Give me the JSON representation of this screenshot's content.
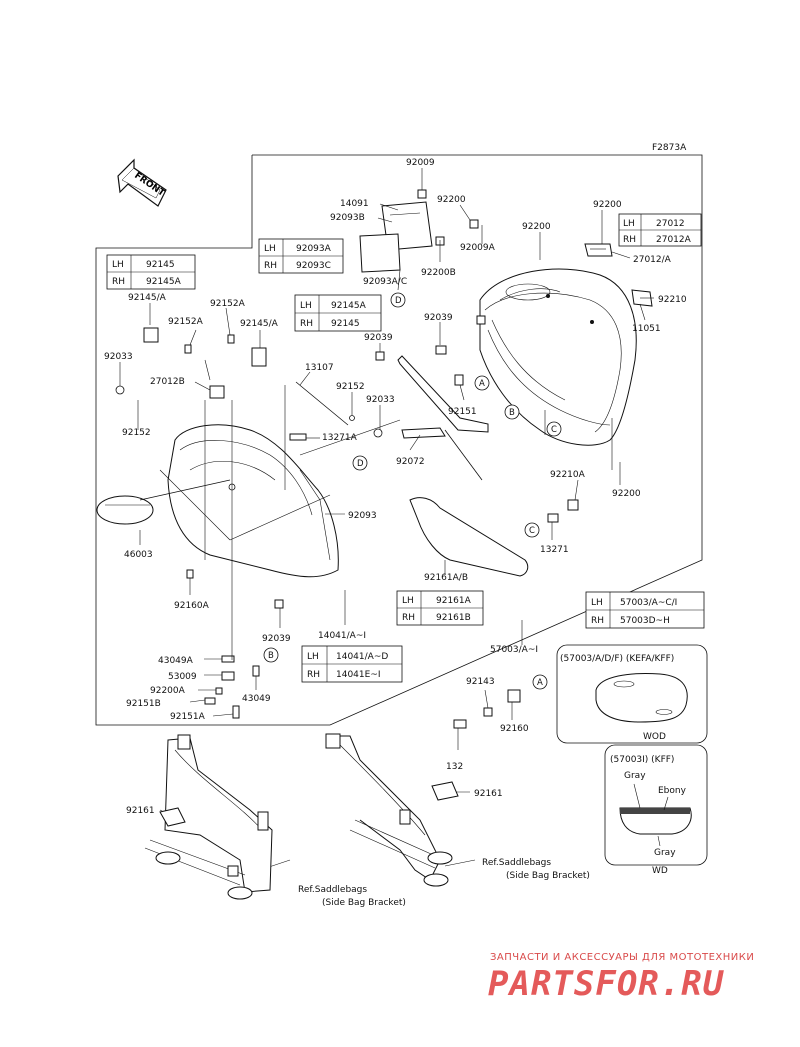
{
  "diagram_code": "F2873A",
  "front_label": "FRONT",
  "part_labels": {
    "p92009": "92009",
    "p14091": "14091",
    "p92093B": "92093B",
    "p92200_top": "92200",
    "p92009A": "92009A",
    "p92200_right": "92200",
    "p92200_upper": "92200",
    "p92200B": "92200B",
    "p27012A": "27012/A",
    "p92093AC": "92093A/C",
    "p92210": "92210",
    "p11051": "11051",
    "p92145A_left": "92145/A",
    "p92152A_1": "92152A",
    "p92152A_2": "92152A",
    "p92145A_mid": "92145/A",
    "p92039_top": "92039",
    "p92039_a": "92039",
    "p92033_left": "92033",
    "p13107": "13107",
    "p27012B": "27012B",
    "p92152_a": "92152",
    "p92033_mid": "92033",
    "p92151": "92151",
    "p92152_left": "92152",
    "p13271A": "13271A",
    "p92072": "92072",
    "p92093": "92093",
    "p92200_lower": "92200",
    "p92210A": "92210A",
    "p46003": "46003",
    "p13271": "13271",
    "p92161AB": "92161A/B",
    "p92160A": "92160A",
    "p92039_b": "92039",
    "p14041": "14041/A~I",
    "p57003": "57003/A~I",
    "p43049A": "43049A",
    "p53009": "53009",
    "p92200A": "92200A",
    "p92151B": "92151B",
    "p92151A": "92151A",
    "p43049": "43049",
    "p92143": "92143",
    "p92160": "92160",
    "p132": "132",
    "p92161_left": "92161",
    "p92161_right": "92161",
    "ref1_line1": "Ref.Saddlebags",
    "ref1_line2": "(Side Bag Bracket)",
    "ref2_line1": "Ref.Saddlebags",
    "ref2_line2": "(Side Bag Bracket)"
  },
  "callouts": {
    "A": "A",
    "B": "B",
    "C": "C",
    "D": "D"
  },
  "tables": {
    "t27012": [
      [
        "LH",
        "27012"
      ],
      [
        "RH",
        "27012A"
      ]
    ],
    "t92093A": [
      [
        "LH",
        "92093A"
      ],
      [
        "RH",
        "92093C"
      ]
    ],
    "t92145": [
      [
        "LH",
        "92145"
      ],
      [
        "RH",
        "92145A"
      ]
    ],
    "t92145A": [
      [
        "LH",
        "92145A"
      ],
      [
        "RH",
        "92145"
      ]
    ],
    "t92161A": [
      [
        "LH",
        "92161A"
      ],
      [
        "RH",
        "92161B"
      ]
    ],
    "t14041": [
      [
        "LH",
        "14041/A~D"
      ],
      [
        "RH",
        "14041E~I"
      ]
    ],
    "t57003": [
      [
        "LH",
        "57003/A~C/I"
      ],
      [
        "RH",
        "57003D~H"
      ]
    ]
  },
  "variant_boxes": {
    "kefa": {
      "title": "(57003/A/D/F) (KEFA/KFF)",
      "caption": "WOD"
    },
    "kff": {
      "title": "(57003I) (KFF)",
      "gray_top": "Gray",
      "ebony": "Ebony",
      "gray_bottom": "Gray",
      "caption": "WD"
    }
  },
  "watermark": {
    "tagline": "ЗАПЧАСТИ И АКСЕССУАРЫ ДЛЯ МОТОТЕХНИКИ",
    "logo": "PARTSFOR.RU",
    "color": "#e45a5a"
  }
}
